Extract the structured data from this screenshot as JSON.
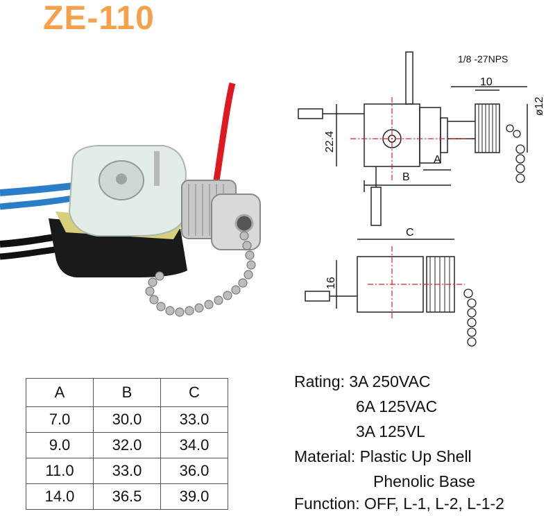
{
  "title": "ZE-110",
  "drawing": {
    "thread_label": "1/8 -27NPS",
    "dim_10": "10",
    "dim_dia12": "ø12",
    "dim_22_4": "22.4",
    "dim_a": "A",
    "dim_b": "B",
    "dim_c": "C",
    "dim_16": "16"
  },
  "table": {
    "headers": [
      "A",
      "B",
      "C"
    ],
    "rows": [
      [
        "7.0",
        "30.0",
        "33.0"
      ],
      [
        "9.0",
        "32.0",
        "34.0"
      ],
      [
        "11.0",
        "33.0",
        "36.0"
      ],
      [
        "14.0",
        "36.5",
        "39.0"
      ]
    ]
  },
  "specs": {
    "rating_label": "Rating:",
    "rating_1": "3A 250VAC",
    "rating_2": "6A 125VAC",
    "rating_3": "3A 125VL",
    "material_label": "Material:",
    "material_1": "Plastic Up Shell",
    "material_2": "Phenolic Base",
    "function_label": "Function:",
    "function_value": "OFF, L-1, L-2, L-1-2"
  }
}
